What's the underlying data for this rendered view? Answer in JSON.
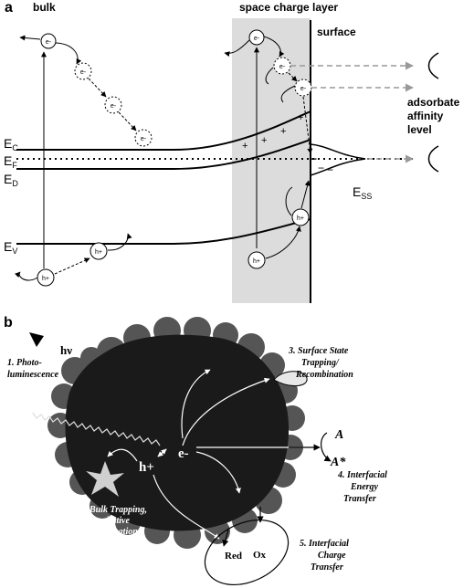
{
  "panel_a": {
    "label": "a",
    "bulk": "bulk",
    "space_charge_layer": "space charge layer",
    "surface": "surface",
    "adsorbate": [
      "adsorbate",
      "affinity",
      "level"
    ],
    "ec": {
      "main": "E",
      "sub": "C"
    },
    "ef": {
      "main": "E",
      "sub": "F"
    },
    "ed": {
      "main": "E",
      "sub": "D"
    },
    "ev": {
      "main": "E",
      "sub": "V"
    },
    "ess": {
      "main": "E",
      "sub": "SS"
    },
    "electron": "e-",
    "hole": "h+",
    "plus": "+",
    "minus": "−"
  },
  "panel_b": {
    "label": "b",
    "hv": "hν",
    "electron": "e-",
    "hole": "h+",
    "p1": [
      "1. Photo-",
      "luminescence"
    ],
    "p2": [
      "2. Bulk Trapping,",
      "Nonradiative",
      "Recombination"
    ],
    "p3": [
      "3. Surface State",
      "Trapping/",
      "Recombination"
    ],
    "p4": [
      "4. Interfacial",
      "Energy",
      "Transfer"
    ],
    "p5": [
      "5. Interfacial",
      "Charge",
      "Transfer"
    ],
    "a": "A",
    "a_star": "A*",
    "red": "Red",
    "ox": "Ox"
  }
}
